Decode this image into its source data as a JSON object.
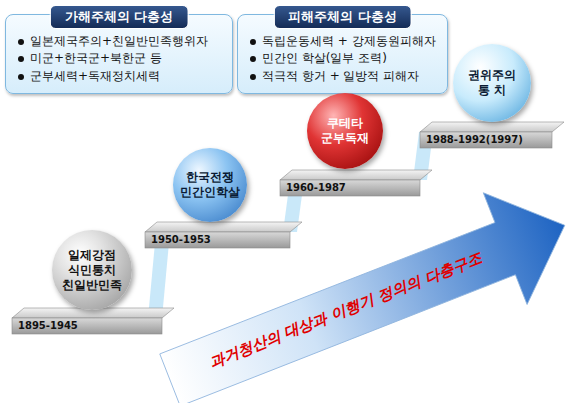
{
  "diagram": {
    "nodes": [
      {
        "text": [
          "가해주체의 다층성",
          "일본제국주의+친일반민족행위자",
          "미군+한국군+북한군 등",
          "군부세력+독재정치세력"
        ]
      },
      {
        "text": [
          "피해주체의 다층성",
          "독립운동세력 + 강제동원피해자",
          "민간인 학살(일부 조력)",
          "적극적 항거 + 일방적 피해자"
        ]
      },
      {
        "text": [
          "일제강점 식민통치 친일반민족"
        ]
      },
      {
        "text": [
          "한국전쟁 민간인학살"
        ]
      },
      {
        "text": [
          "쿠테타 군부독재"
        ]
      },
      {
        "text": [
          "권위주의 통 치"
        ]
      }
    ],
    "labels": [
      "1895-1945",
      "1950-1953",
      "1960-1987",
      "1988-1992(1997)",
      "과거청산의 대상과 이행기 정의의 다층구조"
    ]
  }
}
